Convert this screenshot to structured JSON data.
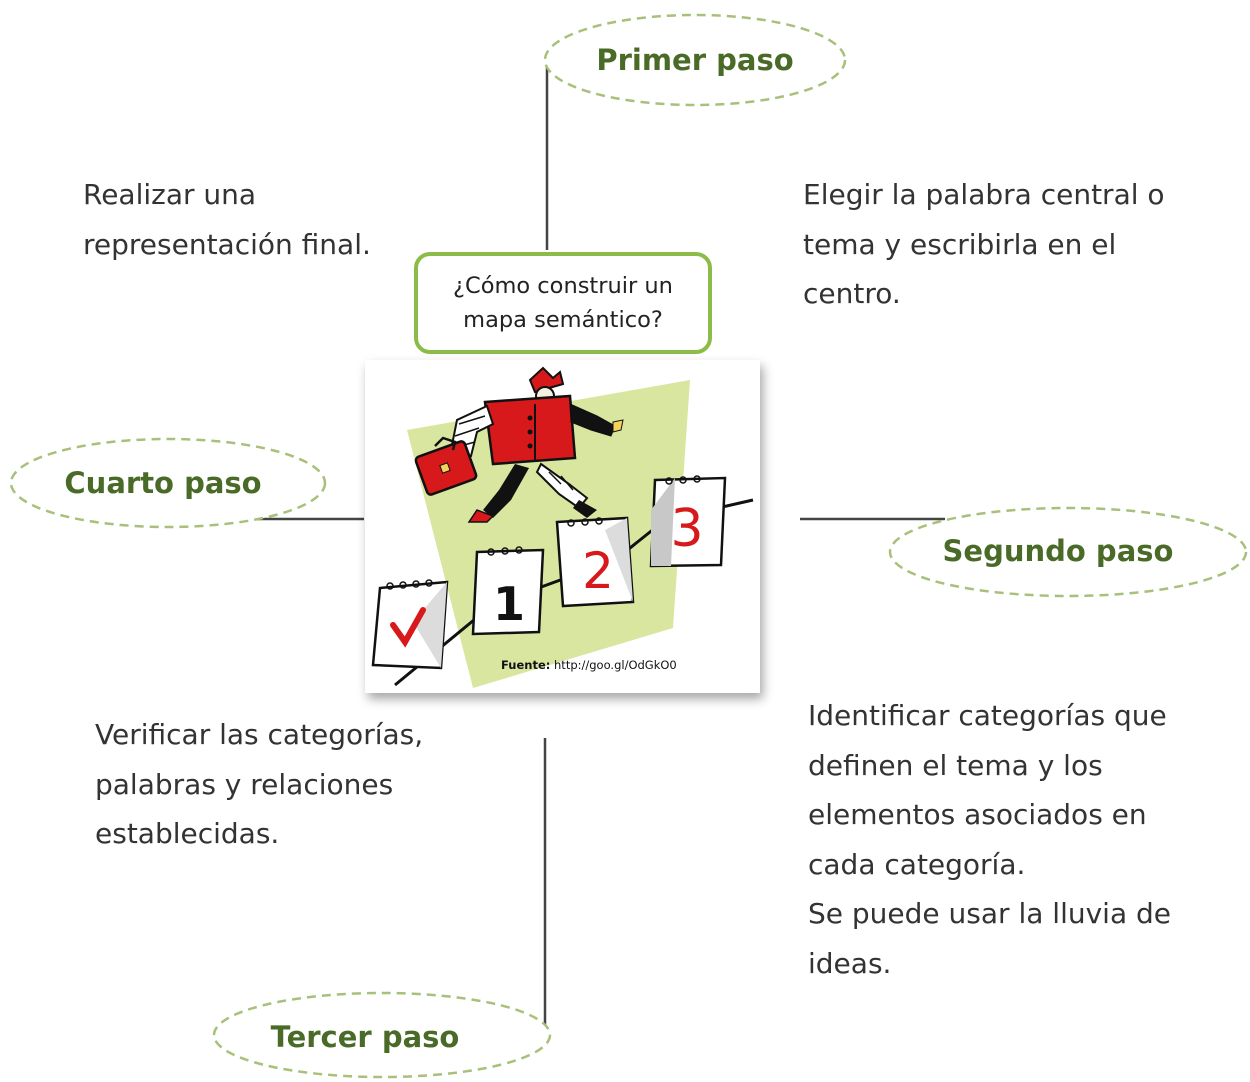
{
  "center": {
    "question": "¿Cómo construir un\nmapa semántico?"
  },
  "steps": [
    {
      "label": "Primer paso",
      "description": "Elegir la palabra central o\ntema y escribirla en el\ncentro."
    },
    {
      "label": "Segundo paso",
      "description": "Identificar categorías que\ndefinen el tema y los\nelementos asociados en\ncada categoría.\nSe puede usar la lluvia de\nideas."
    },
    {
      "label": "Tercer paso",
      "description": "Verificar las categorías,\npalabras y relaciones\nestablecidas."
    },
    {
      "label": "Cuarto paso",
      "description": "Realizar una\nrepresentación final."
    }
  ],
  "image": {
    "source_label": "Fuente:",
    "source_url": "http://goo.gl/OdGkO0",
    "calendar_pages": [
      "1",
      "2",
      "3"
    ]
  },
  "colors": {
    "label_green": "#4a6b28",
    "ellipse_dash": "#a8c07a",
    "box_border": "#8dbb4a",
    "connector": "#444444",
    "figure_red": "#d7191c",
    "backdrop": "#d9e6a0"
  },
  "icons": {
    "check": "check-mark-icon",
    "briefcase": "briefcase-icon"
  }
}
